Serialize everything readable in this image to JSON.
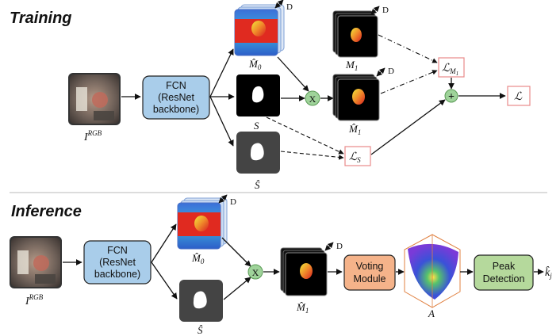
{
  "sections": {
    "training": "Training",
    "inference": "Inference"
  },
  "fcn": {
    "line1": "FCN",
    "line2": "(ResNet",
    "line3": "backbone)"
  },
  "voting": {
    "line1": "Voting",
    "line2": "Module"
  },
  "peak": {
    "line1": "Peak",
    "line2": "Detection"
  },
  "labels": {
    "input_main": "I",
    "input_sup": "RGB",
    "m0_hat": "M̂",
    "m0_sub": "0",
    "m1": "M",
    "m1_sub": "1",
    "s": "S",
    "s_hat": "Ŝ",
    "loss_m1": "ℒ",
    "loss_m1_sub": "M",
    "loss_m1_subsub": "1",
    "loss_s": "ℒ",
    "loss_s_sub": "S",
    "loss": "ℒ",
    "a": "A",
    "k_hat": "k̂",
    "k_sub": "j",
    "dim": "D"
  },
  "ops": {
    "multiply": "X",
    "add": "+"
  },
  "colors": {
    "fcn_fill": "#a9cdea",
    "voting_fill": "#f5b38a",
    "peak_fill": "#b5d99c",
    "op_fill": "#9fd39a",
    "loss_border": "#e88a8a",
    "divider": "#c8c8c8"
  }
}
